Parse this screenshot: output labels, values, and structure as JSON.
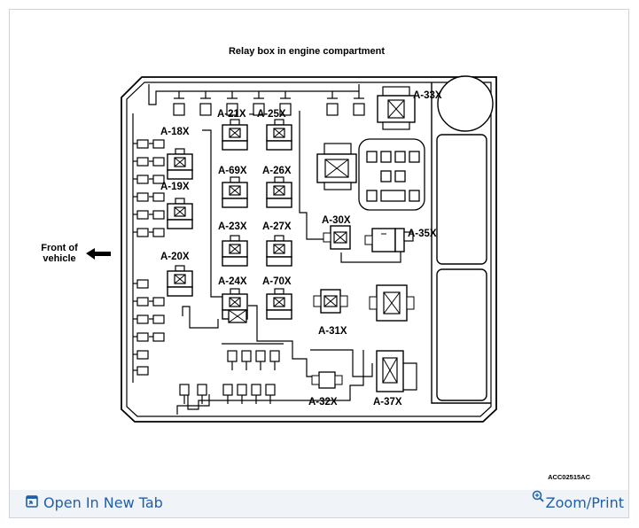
{
  "figure": {
    "title": "Relay box in engine compartment",
    "front_label_line1": "Front of",
    "front_label_line2": "vehicle",
    "code": "ACC02515AC",
    "labels": {
      "a33x": "A-33X",
      "a21x_a25x": "A-21X – A-25X",
      "a18x": "A-18X",
      "a69x": "A-69X",
      "a26x": "A-26X",
      "a19x": "A-19X",
      "a30x": "A-30X",
      "a23x": "A-23X",
      "a27x": "A-27X",
      "a35x": "A-35X",
      "a20x": "A-20X",
      "a24x": "A-24X",
      "a70x": "A-70X",
      "a31x": "A-31X",
      "a32x": "A-32X",
      "a37x": "A-37X"
    }
  },
  "footer": {
    "open_tab_label": "Open In New Tab",
    "zoom_label": "Zoom/Print"
  },
  "colors": {
    "link": "#1f5fa8",
    "footer_bg": "#f0f4f9",
    "frame_border": "#cfd3d8"
  },
  "icons": {
    "open_tab": "open-new-tab-icon",
    "zoom": "zoom-icon"
  }
}
